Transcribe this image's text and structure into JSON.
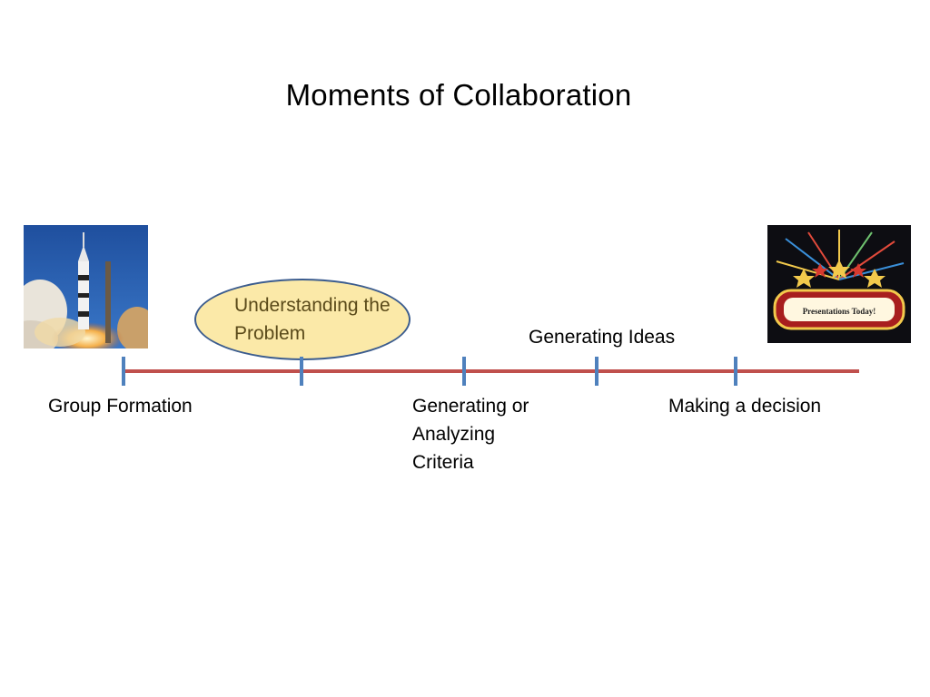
{
  "slide": {
    "title": "Moments of Collaboration",
    "highlight_label": "Understanding the Problem",
    "labels": {
      "group_formation": "Group Formation",
      "generating_criteria": "Generating or Analyzing Criteria",
      "generating_ideas": "Generating Ideas",
      "making_decision": "Making a decision"
    },
    "marquee_text": "Presentations Today!"
  },
  "colors": {
    "timeline_line": "#c0504d",
    "tick": "#4f81bd",
    "ellipse_fill": "#fbe9a8",
    "ellipse_border": "#3b5c8e",
    "highlight_text": "#5a4a1a"
  },
  "icons": {
    "left_image": "rocket-launch-photo",
    "right_image": "presentations-marquee-sign"
  }
}
